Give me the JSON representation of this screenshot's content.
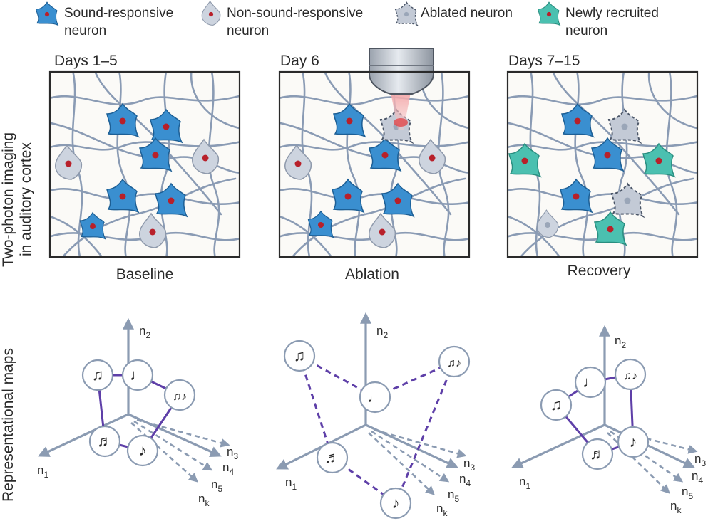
{
  "legend": {
    "sound_responsive": [
      "Sound-responsive",
      "neuron"
    ],
    "non_sound_responsive": [
      "Non-sound-responsive",
      "neuron"
    ],
    "ablated": [
      "Ablated neuron"
    ],
    "newly_recruited": [
      "Newly recruited",
      "neuron"
    ]
  },
  "side_labels": {
    "imaging": [
      "Two-photon imaging",
      "in auditory cortex"
    ],
    "maps": "Representational maps"
  },
  "panels": [
    {
      "day": "Days 1–5",
      "caption": "Baseline"
    },
    {
      "day": "Day 6",
      "caption": "Ablation"
    },
    {
      "day": "Days 7–15",
      "caption": "Recovery"
    }
  ],
  "axes": {
    "n1": "n",
    "n1_sub": "1",
    "n2": "n",
    "n2_sub": "2",
    "n3": "n",
    "n3_sub": "3",
    "n4": "n",
    "n4_sub": "4",
    "n5": "n",
    "n5_sub": "5",
    "nk": "n",
    "nk_sub": "k"
  },
  "colors": {
    "sound": "#3a8fd0",
    "non_sound": "#cdd4df",
    "ablated": "#c3cad6",
    "recruited": "#4bc0b0",
    "nucleus": "#b8202a",
    "dendrite": "#8a9bb4",
    "map_line": "#5e3fa8",
    "axis": "#8b9bb2"
  },
  "icons": [
    "beamed-eighth-notes-icon",
    "quarter-note-icon",
    "triplet-notes-icon",
    "sixteenth-note-icon",
    "eighth-note-icon"
  ]
}
